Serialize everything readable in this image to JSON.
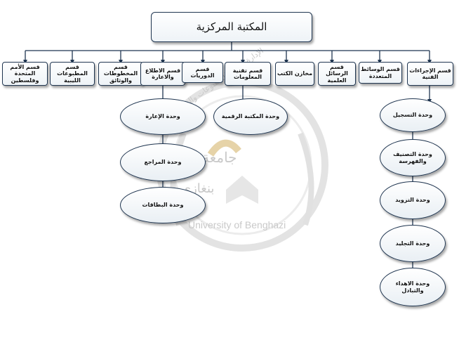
{
  "watermark": {
    "ar_line1": "جامعة",
    "ar_line2": "بنغازي",
    "en": "University of Benghazi",
    "arc_text": "الإدارة العامة للمطبوعات والنشر"
  },
  "root": "المكتبة المركزية",
  "departments": [
    {
      "id": "d1",
      "label": "قسم الأمم المتحدة وفلسطين"
    },
    {
      "id": "d2",
      "label": "قسم المطبوعات الليبية"
    },
    {
      "id": "d3",
      "label": "قسم المخطوطات والوثائق"
    },
    {
      "id": "d4",
      "label": "قسم الاطلاع والاعارة"
    },
    {
      "id": "d5",
      "label": "قسم الدوريات"
    },
    {
      "id": "d6",
      "label": "قسم تقنية المعلومات"
    },
    {
      "id": "d7",
      "label": "مخازن الكتب"
    },
    {
      "id": "d8",
      "label": "قسم الرسائل العلمية"
    },
    {
      "id": "d9",
      "label": "قسم الوسائط المتعددة"
    },
    {
      "id": "d10",
      "label": "قسم الإجراءات الفنية"
    }
  ],
  "units": [
    {
      "id": "u1",
      "parent": "d4",
      "label": "وحدة الإعارة"
    },
    {
      "id": "u2",
      "parent": "d4",
      "label": "وحدة المراجع"
    },
    {
      "id": "u3",
      "parent": "d4",
      "label": "وحدة البطاقات"
    },
    {
      "id": "u4",
      "parent": "d6",
      "label": "وحدة المكتبة الرقمية"
    },
    {
      "id": "u5",
      "parent": "d10",
      "label": "وحدة التسجيل"
    },
    {
      "id": "u6",
      "parent": "d10",
      "label": "وحدة التصنيف والفهرسة"
    },
    {
      "id": "u7",
      "parent": "d10",
      "label": "وحدة التزويد"
    },
    {
      "id": "u8",
      "parent": "d10",
      "label": "وحدة التجليد"
    },
    {
      "id": "u9",
      "parent": "d10",
      "label": "وحدة الاهداء والتبادل"
    }
  ],
  "colors": {
    "line": "#1f3550",
    "box_border": "#1f3550",
    "watermark": "#c9c9c9"
  }
}
